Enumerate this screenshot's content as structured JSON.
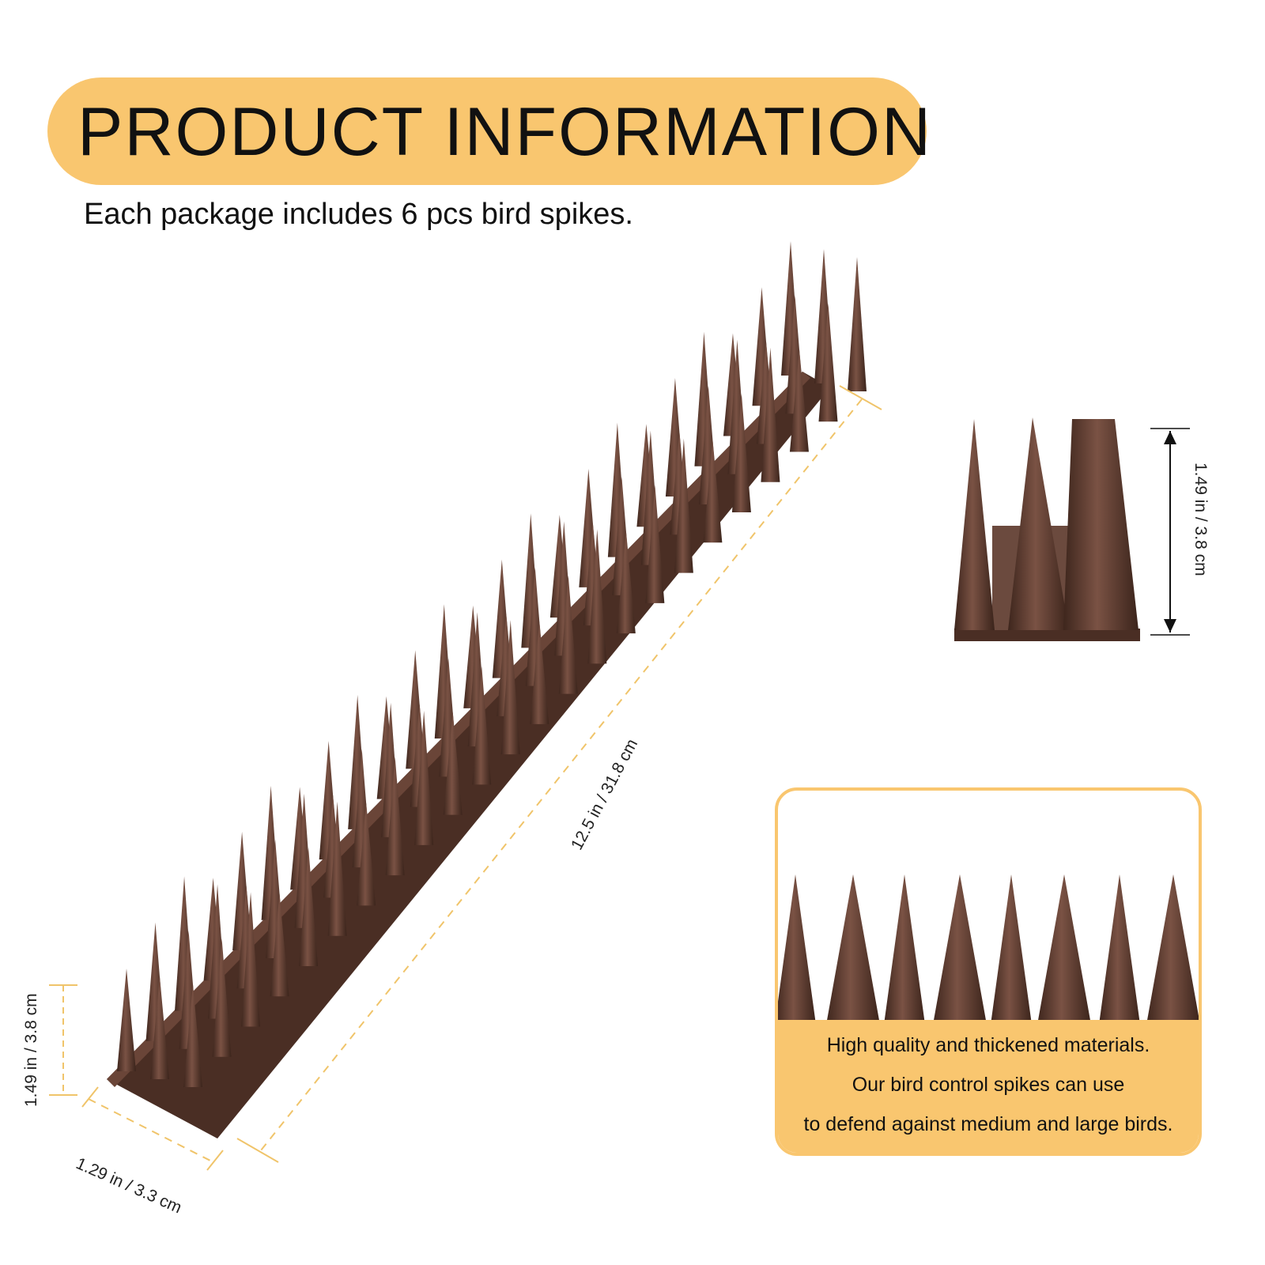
{
  "header": {
    "title": "PRODUCT INFORMATION",
    "subtitle": "Each package includes 6 pcs bird spikes."
  },
  "dimensions": {
    "length": "12.5 in / 31.8 cm",
    "width": "1.29 in / 3.3 cm",
    "height_left": "1.49 in / 3.8 cm",
    "height_side": "1.49 in / 3.8 cm"
  },
  "callout": {
    "line1": "High quality and thickened materials.",
    "line2": "Our bird control spikes can use",
    "line3": "to defend against medium and large birds."
  },
  "colors": {
    "accent": "#f9c66f",
    "spike": "#5a3b30",
    "spike_dark": "#43291f",
    "dim_line": "#f0c46a"
  }
}
